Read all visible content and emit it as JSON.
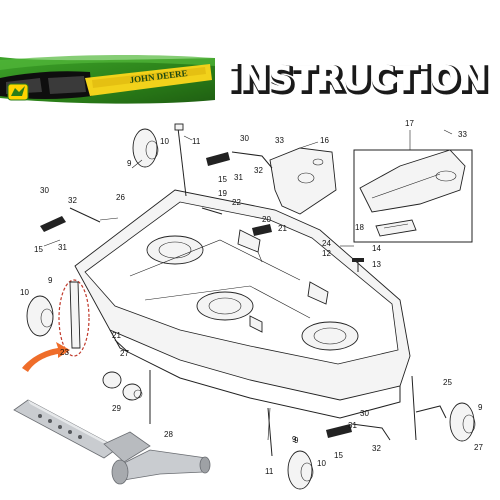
{
  "banner": {
    "title": "iNSTRUCTiON",
    "brand": "JOHN DEERE"
  },
  "callouts": [
    {
      "id": "c9a",
      "label": "9"
    },
    {
      "id": "c11a",
      "label": "11"
    },
    {
      "id": "c10a",
      "label": "10"
    },
    {
      "id": "c30a",
      "label": "30"
    },
    {
      "id": "c33a",
      "label": "33"
    },
    {
      "id": "c16",
      "label": "16"
    },
    {
      "id": "c17",
      "label": "17"
    },
    {
      "id": "c33b",
      "label": "33"
    },
    {
      "id": "c15a",
      "label": "15"
    },
    {
      "id": "c31a",
      "label": "31"
    },
    {
      "id": "c32a",
      "label": "32"
    },
    {
      "id": "c30b",
      "label": "30"
    },
    {
      "id": "c32b",
      "label": "32"
    },
    {
      "id": "c26",
      "label": "26"
    },
    {
      "id": "c19",
      "label": "19"
    },
    {
      "id": "c22",
      "label": "22"
    },
    {
      "id": "c18",
      "label": "18"
    },
    {
      "id": "c15b",
      "label": "15"
    },
    {
      "id": "c31b",
      "label": "31"
    },
    {
      "id": "c20",
      "label": "20"
    },
    {
      "id": "c21a",
      "label": "21"
    },
    {
      "id": "c24",
      "label": "24"
    },
    {
      "id": "c14",
      "label": "14"
    },
    {
      "id": "c12",
      "label": "12"
    },
    {
      "id": "c13",
      "label": "13"
    },
    {
      "id": "c9b",
      "label": "9"
    },
    {
      "id": "c10b",
      "label": "10"
    },
    {
      "id": "c23",
      "label": "23"
    },
    {
      "id": "c21b",
      "label": "21"
    },
    {
      "id": "c27a",
      "label": "27"
    },
    {
      "id": "c29",
      "label": "29"
    },
    {
      "id": "c28",
      "label": "28"
    },
    {
      "id": "c25",
      "label": "25"
    },
    {
      "id": "c9c",
      "label": "9"
    },
    {
      "id": "c30c",
      "label": "30"
    },
    {
      "id": "c31c",
      "label": "31"
    },
    {
      "id": "c32c",
      "label": "32"
    },
    {
      "id": "c15c",
      "label": "15"
    },
    {
      "id": "c9d",
      "label": "9"
    },
    {
      "id": "c10c",
      "label": "10"
    },
    {
      "id": "c11b",
      "label": "11"
    },
    {
      "id": "c27b",
      "label": "27"
    },
    {
      "id": "c9e",
      "label": "9"
    }
  ],
  "colors": {
    "banner_green": "#2e8b1e",
    "banner_yellow": "#f2d21b",
    "arrow_orange": "#ef6d2a",
    "highlight_red": "#c0392b",
    "title_fill": "#ffffff",
    "title_shadow": "#1a1a1a"
  }
}
